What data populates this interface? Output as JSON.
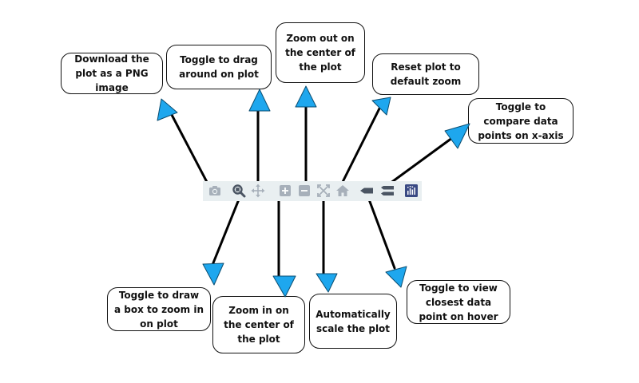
{
  "colors": {
    "toolbar_bg": "#e9eff1",
    "icon_gray": "#a7b0ba",
    "icon_dark": "#4b5563",
    "active_blue": "#3a4a84",
    "arrow_fill": "#1ea7ee",
    "connector": "#000000"
  },
  "toolbar": {
    "buttons": [
      {
        "id": "camera",
        "icon": "camera-icon"
      },
      {
        "id": "zoom",
        "icon": "zoom-box-icon"
      },
      {
        "id": "pan",
        "icon": "pan-icon"
      },
      {
        "id": "zoom-in",
        "icon": "zoom-in-icon"
      },
      {
        "id": "zoom-out",
        "icon": "zoom-out-icon"
      },
      {
        "id": "autoscale",
        "icon": "autoscale-icon"
      },
      {
        "id": "reset",
        "icon": "home-icon"
      },
      {
        "id": "hover-closest",
        "icon": "hover-closest-icon"
      },
      {
        "id": "hover-compare",
        "icon": "hover-compare-icon"
      },
      {
        "id": "logo",
        "icon": "plotly-logo-icon"
      }
    ]
  },
  "callouts": {
    "download": "Download the plot as a PNG image",
    "pan": "Toggle to drag around on plot",
    "zoom_out": "Zoom out on the center of the plot",
    "reset": "Reset plot to default zoom",
    "compare": "Toggle to compare data points on x-axis",
    "zoom_box": "Toggle to draw a box to zoom in on plot",
    "zoom_in": "Zoom in on the center of the plot",
    "autoscale": "Automatically scale the plot",
    "closest": "Toggle to view closest data point on hover"
  }
}
